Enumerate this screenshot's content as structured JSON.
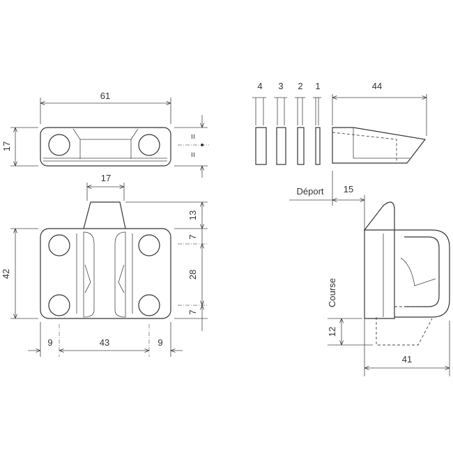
{
  "top_view": {
    "width": "61",
    "height": "17",
    "equal_mark": "="
  },
  "front_view": {
    "tab_width": "17",
    "height": "42",
    "tab_height": "13",
    "edge_top": "7",
    "hole_spacing_v": "28",
    "edge_bottom": "7",
    "edge_left": "9",
    "hole_spacing_h": "43",
    "edge_right": "9"
  },
  "shims": {
    "labels": [
      "4",
      "3",
      "2",
      "1"
    ]
  },
  "wedge": {
    "length": "44"
  },
  "side_view": {
    "offset_label": "Déport",
    "offset": "15",
    "travel_label": "Course",
    "travel_extra": "12",
    "depth": "41"
  }
}
